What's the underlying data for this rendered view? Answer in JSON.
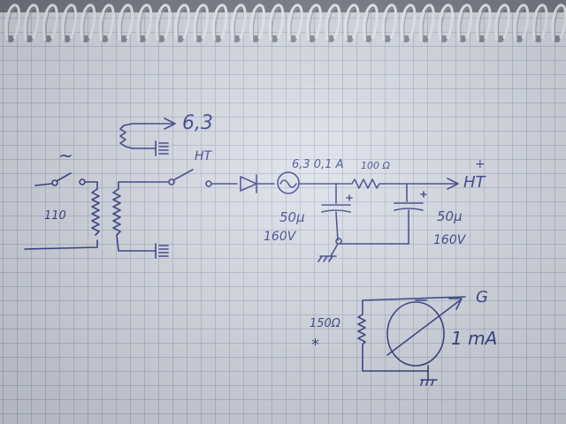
{
  "labels": {
    "filament_voltage": "6,3",
    "switch_ht_label": "HT",
    "lamp_rating": "6,3 0,1 A",
    "resistor_100": "100 Ω",
    "output_ht": "HT",
    "output_plus": "+",
    "cap1_value": "50µ",
    "cap1_voltage": "160V",
    "cap2_value": "50µ",
    "cap2_voltage": "160V",
    "mains_voltage": "110",
    "ac_symbol": "~",
    "resistor_150": "150Ω",
    "meter_range": "1 mA",
    "grid_terminal": "G",
    "asterisk": "*"
  },
  "colors": {
    "ink": "#27327e",
    "paper": "#d8dce6",
    "grid": "#8a9cb8",
    "spiral": "#e6e8ee"
  }
}
